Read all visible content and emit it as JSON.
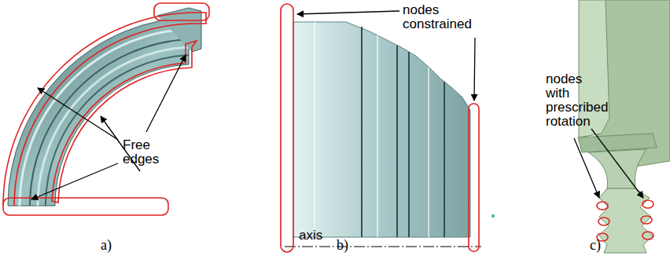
{
  "diagram": {
    "labels": [
      "Free edges",
      "nodes constrained",
      "axis",
      "nodes with prescribed rotation",
      "a)",
      "b)",
      "c)"
    ]
  }
}
